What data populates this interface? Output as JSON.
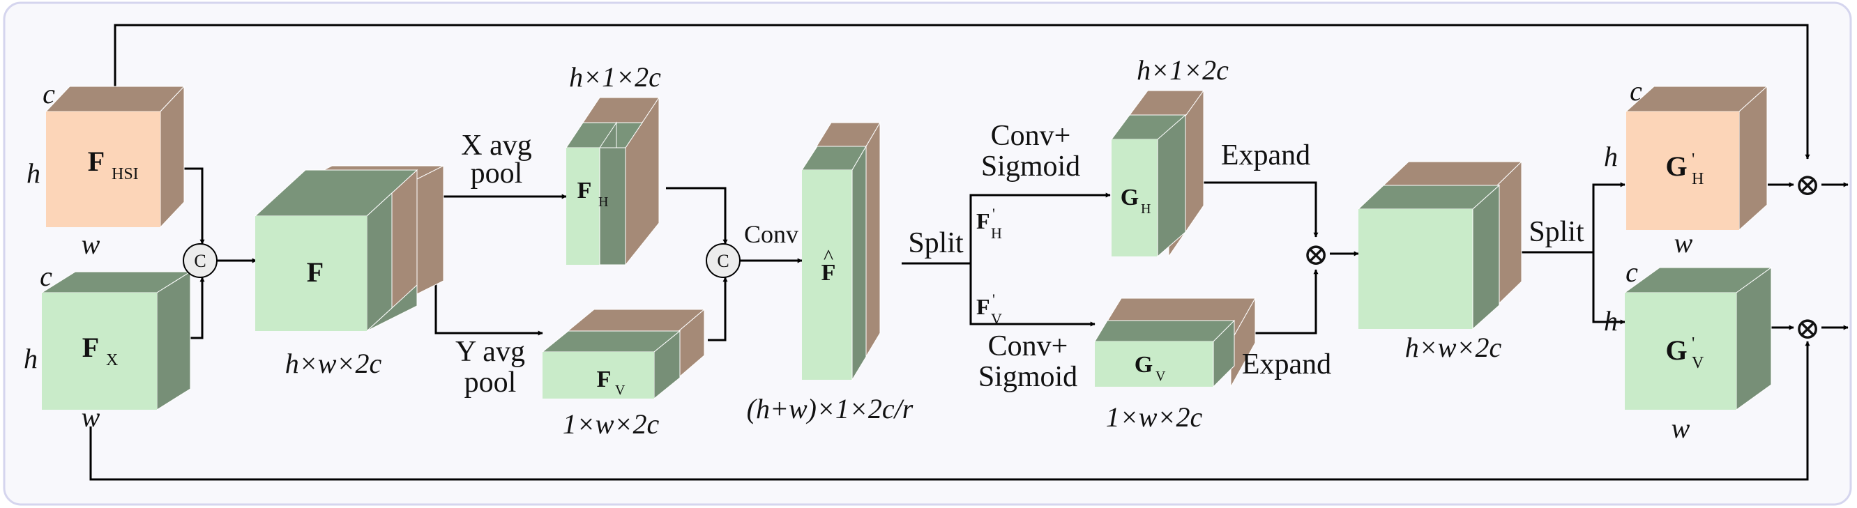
{
  "colors": {
    "panel_bg": "#f8f8fc",
    "panel_border": "#d5d5ee",
    "green_front": "#c9ebc9",
    "green_side": "#778f77",
    "green_top": "#7a947a",
    "brown": "#a58a77",
    "peach_front": "#fcd5b8",
    "line": "#000000"
  },
  "blocks": {
    "f_hsi": {
      "main": "F",
      "sub": "HSI",
      "dim_c": "c",
      "dim_h": "h",
      "dim_w": "w"
    },
    "f_x": {
      "main": "F",
      "sub": "X",
      "dim_c": "c",
      "dim_h": "h",
      "dim_w": "w"
    },
    "f": {
      "main": "F",
      "shape": "h×w×2c"
    },
    "f_h": {
      "main": "F",
      "sub": "H",
      "shape": "h×1×2c"
    },
    "f_v": {
      "main": "F",
      "sub": "V",
      "shape": "1×w×2c"
    },
    "f_hat": {
      "main": "F",
      "hat": "^",
      "shape": "(h+w)×1×2c/r"
    },
    "g_h": {
      "main": "G",
      "sub": "H",
      "shape": "h×1×2c"
    },
    "g_v": {
      "main": "G",
      "sub": "V",
      "shape": "1×w×2c"
    },
    "mid": {
      "shape": "h×w×2c"
    },
    "g_h_out": {
      "main": "G",
      "sup": "'",
      "sub": "H",
      "dim_c": "c",
      "dim_h": "h",
      "dim_w": "w"
    },
    "g_v_out": {
      "main": "G",
      "sup": "'",
      "sub": "V",
      "dim_c": "c",
      "dim_h": "h",
      "dim_w": "w"
    }
  },
  "operations": {
    "concat1": "C",
    "concat2": "C",
    "x_pool_line1": "X avg",
    "x_pool_line2": "pool",
    "y_pool_line1": "Y avg",
    "y_pool_line2": "pool",
    "conv": "Conv",
    "split1": "Split",
    "conv_sig_top_line1": "Conv+",
    "conv_sig_top_line2": "Sigmoid",
    "conv_sig_bot_line1": "Conv+",
    "conv_sig_bot_line2": "Sigmoid",
    "expand_top": "Expand",
    "expand_bot": "Expand",
    "split2": "Split"
  },
  "branch_labels": {
    "fh_prime": {
      "main": "F",
      "sup": "'",
      "sub": "H"
    },
    "fv_prime": {
      "main": "F",
      "sup": "'",
      "sub": "V"
    }
  },
  "multiply_symbol": "⊗"
}
